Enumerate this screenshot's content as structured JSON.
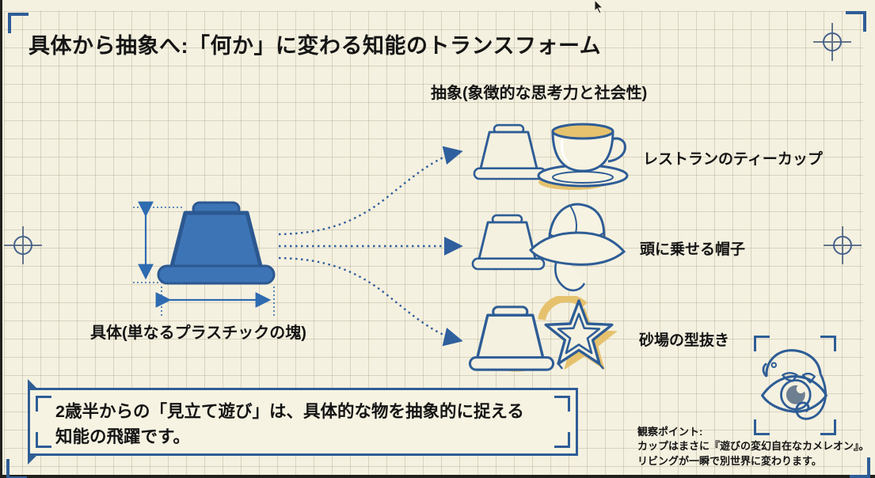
{
  "title": "具体から抽象へ:「何か」に変わる知能のトランスフォーム",
  "concrete": {
    "label": "具体(単なるプラスチックの塊)",
    "icon": "blue-cup-icon"
  },
  "abstract": {
    "header": "抽象(象徴的な思考力と社会性)",
    "items": [
      {
        "label": "レストランのティーカップ",
        "icon": "teacup-icon"
      },
      {
        "label": "頭に乗せる帽子",
        "icon": "fedora-hat-icon"
      },
      {
        "label": "砂場の型抜き",
        "icon": "star-mold-icon"
      }
    ]
  },
  "callout": {
    "text": "2歳半からの「見立て遊び」は、具体的な物を抽象的に捉える知能の飛躍です。"
  },
  "observation": {
    "heading": "観察ポイント:",
    "lines": [
      "カップはまさに『遊びの変幻自在なカメレオン』。",
      "リビングが一瞬で別世界に変わります。"
    ]
  },
  "colors": {
    "background": "#f5f1e0",
    "outline_blue": "#2e5d96",
    "fill_blue": "#3d74b6",
    "accent_tan": "#e6c26e",
    "text_black": "#151515"
  }
}
